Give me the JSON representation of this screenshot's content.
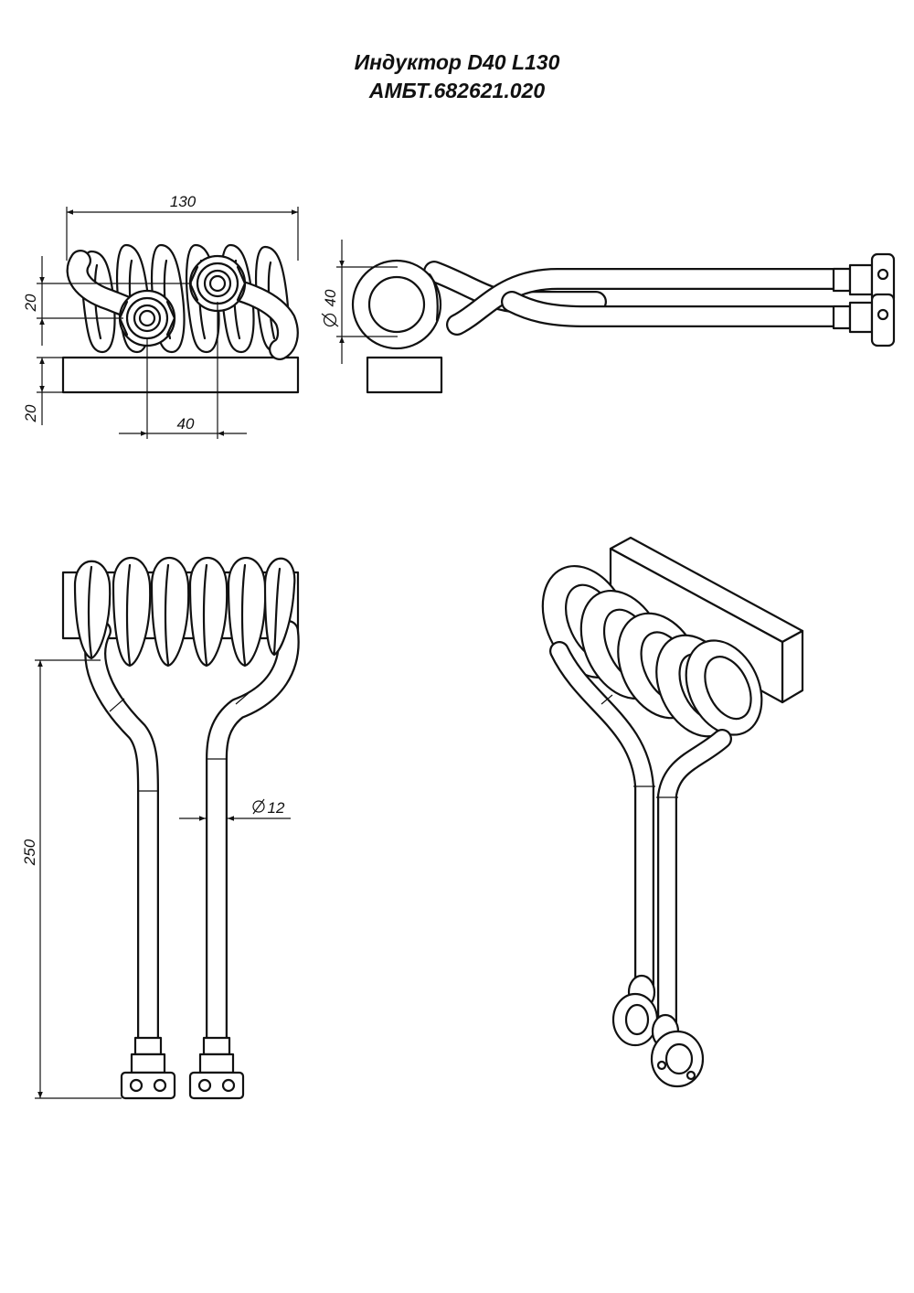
{
  "title": {
    "line1": "Индуктор D40  L130",
    "line2": "АМБТ.682621.020"
  },
  "dimensions": {
    "length": "130",
    "coil_to_base": "20",
    "base_height": "20",
    "pitch": "40",
    "coil_diameter": "40",
    "lead_length": "250",
    "tube_diameter": "12"
  }
}
